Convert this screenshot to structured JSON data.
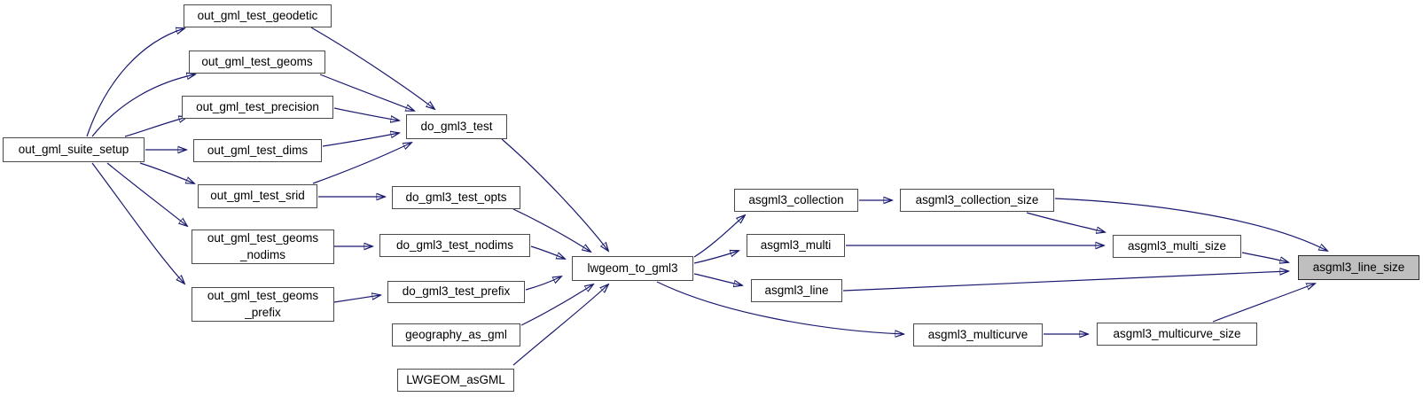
{
  "colors": {
    "background": "#ffffff",
    "edge": "#191970",
    "node_border": "#4a4a4a",
    "node_fill": "#ffffff",
    "highlight_fill": "#bfbfbf",
    "text": "#000000"
  },
  "highlighted_node": "asgml3_line_size",
  "nodes": {
    "out_gml_test_geodetic": {
      "label": "out_gml_test_geodetic"
    },
    "out_gml_test_geoms": {
      "label": "out_gml_test_geoms"
    },
    "out_gml_test_precision": {
      "label": "out_gml_test_precision"
    },
    "out_gml_suite_setup": {
      "label": "out_gml_suite_setup"
    },
    "out_gml_test_dims": {
      "label": "out_gml_test_dims"
    },
    "out_gml_test_srid": {
      "label": "out_gml_test_srid"
    },
    "out_gml_test_geoms_nodims": {
      "label": "out_gml_test_geoms\n_nodims"
    },
    "out_gml_test_geoms_prefix": {
      "label": "out_gml_test_geoms\n_prefix"
    },
    "do_gml3_test": {
      "label": "do_gml3_test"
    },
    "do_gml3_test_opts": {
      "label": "do_gml3_test_opts"
    },
    "do_gml3_test_nodims": {
      "label": "do_gml3_test_nodims"
    },
    "do_gml3_test_prefix": {
      "label": "do_gml3_test_prefix"
    },
    "geography_as_gml": {
      "label": "geography_as_gml"
    },
    "LWGEOM_asGML": {
      "label": "LWGEOM_asGML"
    },
    "lwgeom_to_gml3": {
      "label": "lwgeom_to_gml3"
    },
    "asgml3_collection": {
      "label": "asgml3_collection"
    },
    "asgml3_collection_size": {
      "label": "asgml3_collection_size"
    },
    "asgml3_multi": {
      "label": "asgml3_multi"
    },
    "asgml3_multi_size": {
      "label": "asgml3_multi_size"
    },
    "asgml3_line": {
      "label": "asgml3_line"
    },
    "asgml3_line_size": {
      "label": "asgml3_line_size"
    },
    "asgml3_multicurve": {
      "label": "asgml3_multicurve"
    },
    "asgml3_multicurve_size": {
      "label": "asgml3_multicurve_size"
    }
  },
  "edges": [
    {
      "from": "out_gml_suite_setup",
      "to": "out_gml_test_geodetic"
    },
    {
      "from": "out_gml_suite_setup",
      "to": "out_gml_test_geoms"
    },
    {
      "from": "out_gml_suite_setup",
      "to": "out_gml_test_precision"
    },
    {
      "from": "out_gml_suite_setup",
      "to": "out_gml_test_dims"
    },
    {
      "from": "out_gml_suite_setup",
      "to": "out_gml_test_srid"
    },
    {
      "from": "out_gml_suite_setup",
      "to": "out_gml_test_geoms_nodims"
    },
    {
      "from": "out_gml_suite_setup",
      "to": "out_gml_test_geoms_prefix"
    },
    {
      "from": "out_gml_test_geodetic",
      "to": "do_gml3_test"
    },
    {
      "from": "out_gml_test_geoms",
      "to": "do_gml3_test"
    },
    {
      "from": "out_gml_test_precision",
      "to": "do_gml3_test"
    },
    {
      "from": "out_gml_test_dims",
      "to": "do_gml3_test"
    },
    {
      "from": "out_gml_test_srid",
      "to": "do_gml3_test"
    },
    {
      "from": "out_gml_test_srid",
      "to": "do_gml3_test_opts"
    },
    {
      "from": "out_gml_test_geoms_nodims",
      "to": "do_gml3_test_nodims"
    },
    {
      "from": "out_gml_test_geoms_prefix",
      "to": "do_gml3_test_prefix"
    },
    {
      "from": "do_gml3_test",
      "to": "lwgeom_to_gml3"
    },
    {
      "from": "do_gml3_test_opts",
      "to": "lwgeom_to_gml3"
    },
    {
      "from": "do_gml3_test_nodims",
      "to": "lwgeom_to_gml3"
    },
    {
      "from": "do_gml3_test_prefix",
      "to": "lwgeom_to_gml3"
    },
    {
      "from": "geography_as_gml",
      "to": "lwgeom_to_gml3"
    },
    {
      "from": "LWGEOM_asGML",
      "to": "lwgeom_to_gml3"
    },
    {
      "from": "lwgeom_to_gml3",
      "to": "asgml3_collection"
    },
    {
      "from": "lwgeom_to_gml3",
      "to": "asgml3_multi"
    },
    {
      "from": "lwgeom_to_gml3",
      "to": "asgml3_line"
    },
    {
      "from": "lwgeom_to_gml3",
      "to": "asgml3_multicurve"
    },
    {
      "from": "asgml3_collection",
      "to": "asgml3_collection_size"
    },
    {
      "from": "asgml3_collection_size",
      "to": "asgml3_multi_size"
    },
    {
      "from": "asgml3_collection_size",
      "to": "asgml3_line_size"
    },
    {
      "from": "asgml3_multi",
      "to": "asgml3_multi_size"
    },
    {
      "from": "asgml3_multi_size",
      "to": "asgml3_line_size"
    },
    {
      "from": "asgml3_line",
      "to": "asgml3_line_size"
    },
    {
      "from": "asgml3_multicurve",
      "to": "asgml3_multicurve_size"
    },
    {
      "from": "asgml3_multicurve_size",
      "to": "asgml3_line_size"
    }
  ]
}
